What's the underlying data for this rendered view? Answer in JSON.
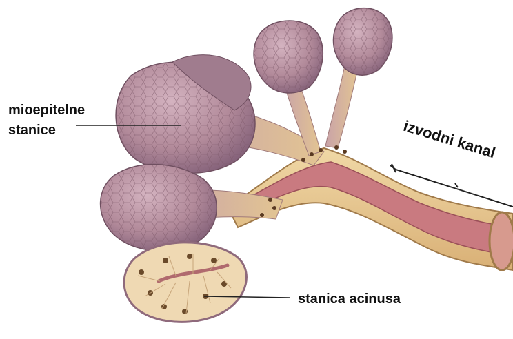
{
  "labels": {
    "myoepithelial_line1": "mioepitelne",
    "myoepithelial_line2": "stanice",
    "duct": "izvodni kanal",
    "acinar_cell": "stanica acinusa"
  },
  "colors": {
    "lobule_fill": "#b28a9a",
    "lobule_shade": "#8f6a7c",
    "stalk_fill": "#d9b98a",
    "duct_wall": "#e8c98c",
    "duct_lumen": "#c97a80",
    "acinar_cell": "#efd9b3",
    "nucleus": "#6a4a2a",
    "leader_line": "#222222"
  }
}
